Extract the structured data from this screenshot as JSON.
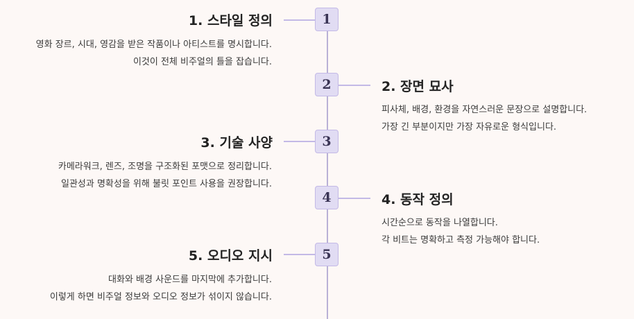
{
  "steps": [
    {
      "number": "1",
      "title": "1. 스타일 정의",
      "lines": [
        "영화 장르, 시대, 영감을 받은 작품이나 아티스트를 명시합니다.",
        "이것이 전체 비주얼의 틀을 잡습니다."
      ]
    },
    {
      "number": "2",
      "title": "2. 장면 묘사",
      "lines": [
        "피사체, 배경, 환경을 자연스러운 문장으로 설명합니다.",
        "가장 긴 부분이지만 가장 자유로운 형식입니다."
      ]
    },
    {
      "number": "3",
      "title": "3. 기술 사양",
      "lines": [
        "카메라워크, 렌즈, 조명을 구조화된 포맷으로 정리합니다.",
        "일관성과 명확성을 위해 불릿 포인트 사용을 권장합니다."
      ]
    },
    {
      "number": "4",
      "title": "4. 동작 정의",
      "lines": [
        "시간순으로 동작을 나열합니다.",
        "각 비트는 명확하고 측정 가능해야 합니다."
      ]
    },
    {
      "number": "5",
      "title": "5. 오디오 지시",
      "lines": [
        "대화와 배경 사운드를 마지막에 추가합니다.",
        "이렇게 하면 비주얼 정보와 오디오 정보가 섞이지 않습니다."
      ]
    }
  ],
  "colors": {
    "background": "#fdf8f6",
    "node_fill": "#e1dcf3",
    "node_border": "#c3b9e6",
    "line": "#b9b1d6"
  }
}
